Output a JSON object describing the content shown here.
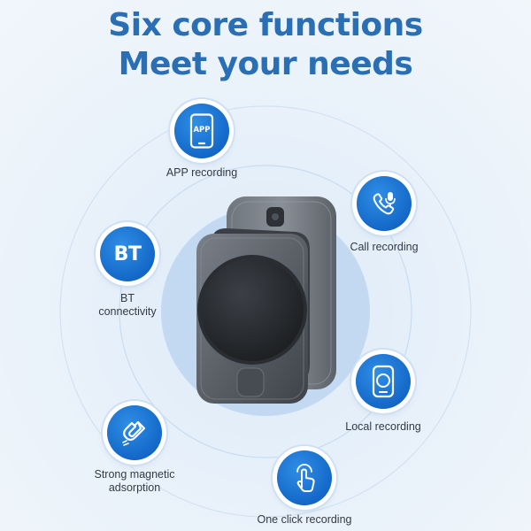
{
  "headline": {
    "line1": "Six core functions",
    "line2": "Meet your needs"
  },
  "features": [
    {
      "label": "APP recording",
      "icon": "phone-app-icon",
      "icon_text": "APP"
    },
    {
      "label": "Call recording",
      "icon": "phone-call-mic-icon"
    },
    {
      "label_line1": "BT",
      "label_line2": "connectivity",
      "icon": "bt-icon",
      "icon_text": "BT"
    },
    {
      "label": "Local recording",
      "icon": "recorder-icon"
    },
    {
      "label_line1": "Strong magnetic",
      "label_line2": "adsorption",
      "icon": "magnet-icon"
    },
    {
      "label": "One click recording",
      "icon": "tap-finger-icon"
    }
  ],
  "colors": {
    "headline": "#2a6fb3",
    "icon_bg": "#1468c8",
    "ring": "#c9dcf0",
    "label": "#333a44"
  }
}
